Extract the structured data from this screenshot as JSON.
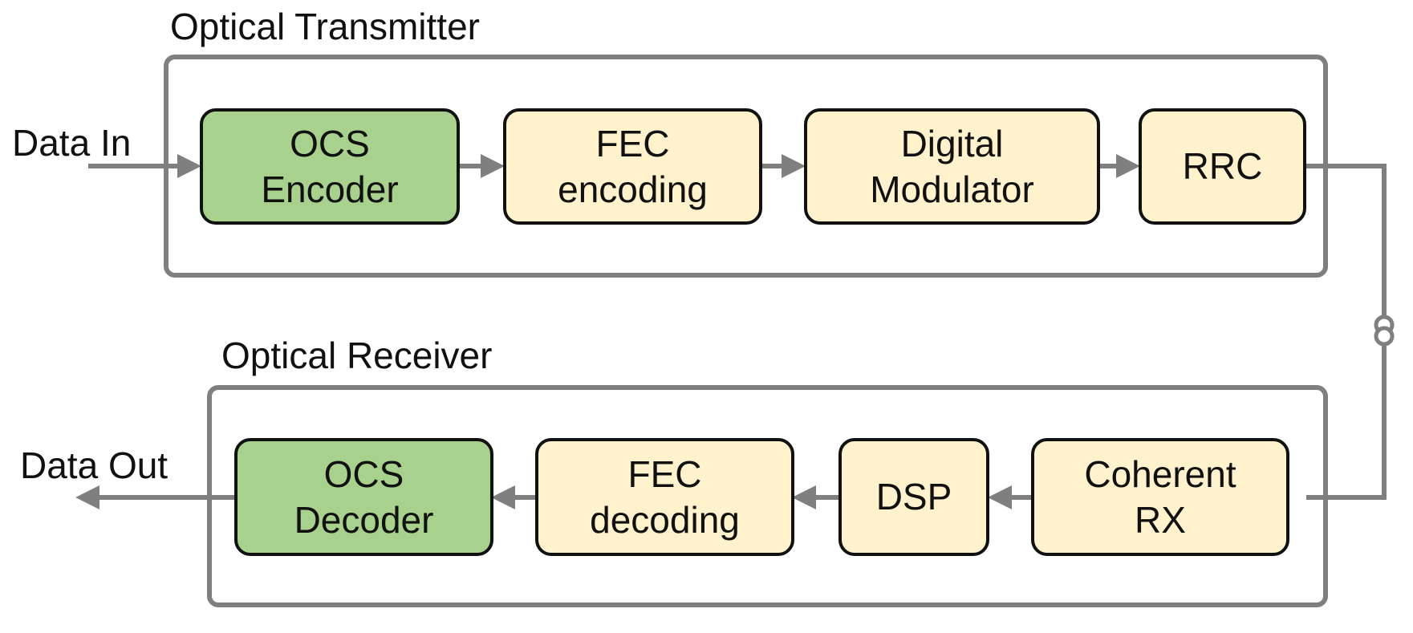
{
  "transmitter": {
    "title": "Optical Transmitter",
    "input_label": "Data In",
    "blocks": [
      {
        "line1": "OCS",
        "line2": "Encoder",
        "color": "#a9d18e"
      },
      {
        "line1": "FEC",
        "line2": "encoding",
        "color": "#fff2cc"
      },
      {
        "line1": "Digital",
        "line2": "Modulator",
        "color": "#fff2cc"
      },
      {
        "line1": "RRC",
        "line2": "",
        "color": "#fff2cc"
      }
    ]
  },
  "receiver": {
    "title": "Optical Receiver",
    "output_label": "Data Out",
    "blocks": [
      {
        "line1": "OCS",
        "line2": "Decoder",
        "color": "#a9d18e"
      },
      {
        "line1": "FEC",
        "line2": "decoding",
        "color": "#fff2cc"
      },
      {
        "line1": "DSP",
        "line2": "",
        "color": "#fff2cc"
      },
      {
        "line1": "Coherent",
        "line2": "RX",
        "color": "#fff2cc"
      }
    ]
  },
  "colors": {
    "frame": "#7f7f7f",
    "arrow": "#7f7f7f",
    "accent_green": "#a9d18e",
    "cream": "#fff2cc"
  },
  "icons": {
    "fiber": "fiber-coil-icon"
  }
}
